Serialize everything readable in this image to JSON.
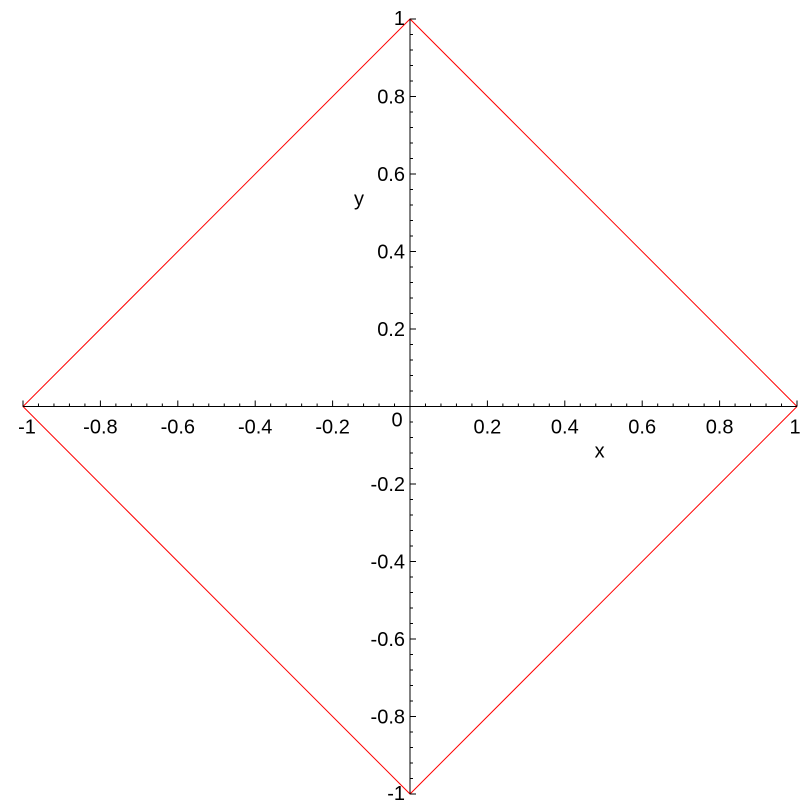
{
  "chart_data": {
    "type": "line",
    "title": "",
    "xlabel": "x",
    "ylabel": "y",
    "xlim": [
      -1,
      1
    ],
    "ylim": [
      -1,
      1
    ],
    "grid": false,
    "legend": "none",
    "x_ticks": [
      {
        "value": -1,
        "label": "-1"
      },
      {
        "value": -0.8,
        "label": "-0.8"
      },
      {
        "value": -0.6,
        "label": "-0.6"
      },
      {
        "value": -0.4,
        "label": "-0.4"
      },
      {
        "value": -0.2,
        "label": "-0.2"
      },
      {
        "value": 0,
        "label": "0"
      },
      {
        "value": 0.2,
        "label": "0.2"
      },
      {
        "value": 0.4,
        "label": "0.4"
      },
      {
        "value": 0.6,
        "label": "0.6"
      },
      {
        "value": 0.8,
        "label": "0.8"
      },
      {
        "value": 1,
        "label": "1"
      }
    ],
    "y_ticks": [
      {
        "value": 1,
        "label": "1"
      },
      {
        "value": 0.8,
        "label": "0.8"
      },
      {
        "value": 0.6,
        "label": "0.6"
      },
      {
        "value": 0.4,
        "label": "0.4"
      },
      {
        "value": 0.2,
        "label": "0.2"
      },
      {
        "value": -0.2,
        "label": "-0.2"
      },
      {
        "value": -0.4,
        "label": "-0.4"
      },
      {
        "value": -0.6,
        "label": "-0.6"
      },
      {
        "value": -0.8,
        "label": "-0.8"
      },
      {
        "value": -1,
        "label": "-1"
      }
    ],
    "series": [
      {
        "color": "#ff0000",
        "x": [
          1,
          0,
          -1,
          0,
          1
        ],
        "y": [
          0,
          1,
          0,
          -1,
          0
        ]
      }
    ]
  }
}
